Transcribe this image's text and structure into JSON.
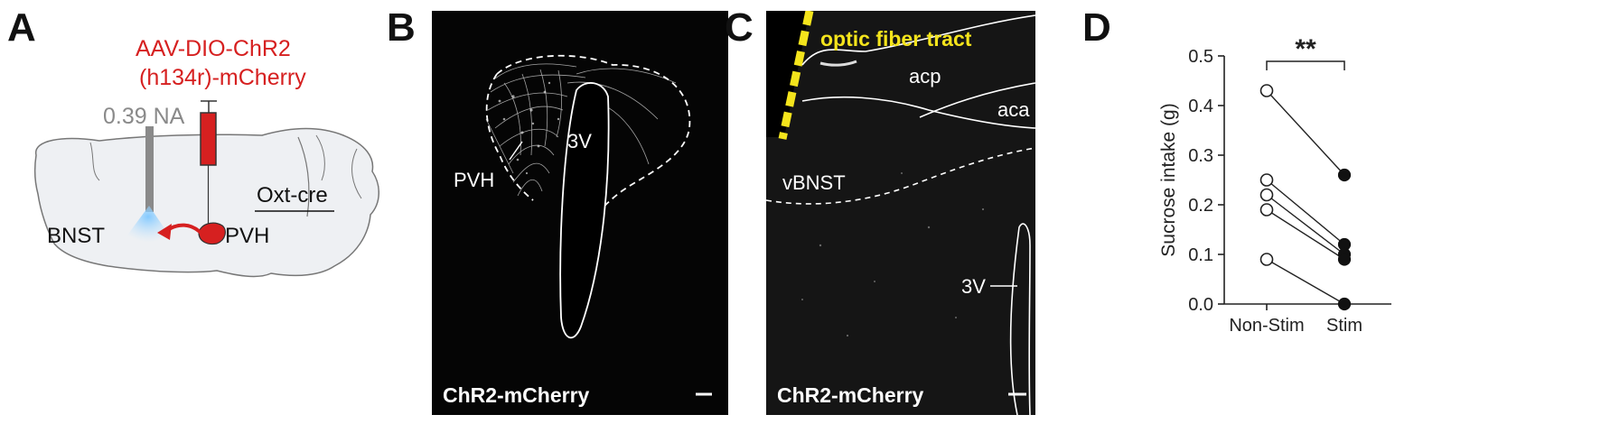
{
  "panels": {
    "a": {
      "letter": "A",
      "virus_line1": "AAV-DIO-ChR2",
      "virus_line2": "(h134r)-mCherry",
      "fiber_label": "0.39 NA",
      "mouse_label": "Oxt-cre",
      "source_label": "PVH",
      "target_label": "BNST",
      "colors": {
        "virus": "#d62020",
        "fiber": "#8a8a8a",
        "brain_fill": "#eef0f3",
        "brain_stroke": "#777777"
      }
    },
    "b": {
      "letter": "B",
      "caption": "ChR2-mCherry",
      "label_pvh": "PVH",
      "label_3v": "3V"
    },
    "c": {
      "letter": "C",
      "caption": "ChR2-mCherry",
      "label_tract": "optic fiber tract",
      "label_acp": "acp",
      "label_aca": "aca",
      "label_vbnst": "vBNST",
      "label_3v": "3V",
      "colors": {
        "tract": "#f4e41c"
      }
    },
    "d": {
      "letter": "D",
      "significance": "**"
    }
  },
  "chart_data": {
    "type": "scatter",
    "style": "paired before-after",
    "ylabel": "Sucrose intake (g)",
    "categories": [
      "Non-Stim",
      "Stim"
    ],
    "ylim": [
      0.0,
      0.5
    ],
    "yticks": [
      "0.0",
      "0.1",
      "0.2",
      "0.3",
      "0.4",
      "0.5"
    ],
    "pairs": [
      {
        "non_stim": 0.43,
        "stim": 0.26
      },
      {
        "non_stim": 0.25,
        "stim": 0.12
      },
      {
        "non_stim": 0.22,
        "stim": 0.1
      },
      {
        "non_stim": 0.19,
        "stim": 0.09
      },
      {
        "non_stim": 0.09,
        "stim": 0.0
      }
    ],
    "markers": {
      "non_stim": "open circle",
      "stim": "filled circle"
    },
    "significance": "**"
  }
}
